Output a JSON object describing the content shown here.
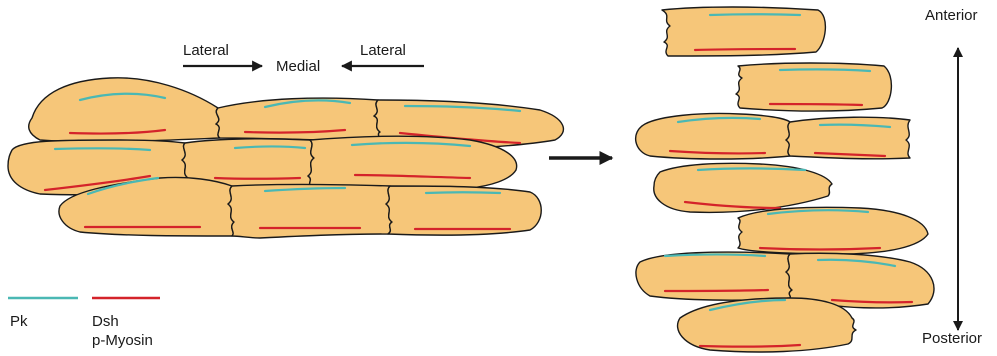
{
  "labels": {
    "lateral_left": "Lateral",
    "medial": "Medial",
    "lateral_right": "Lateral",
    "anterior": "Anterior",
    "posterior": "Posterior"
  },
  "legend": {
    "pk_label": "Pk",
    "dsh_label_line1": "Dsh",
    "dsh_label_line2": "p-Myosin"
  },
  "colors": {
    "cell_fill": "#f6c679",
    "cell_stroke": "#1a1a1a",
    "pk": "#4ab8b4",
    "dsh": "#d4232a"
  }
}
